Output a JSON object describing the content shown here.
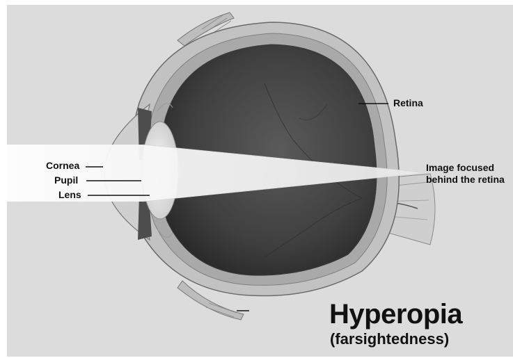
{
  "labels": {
    "cornea": "Cornea",
    "pupil": "Pupil",
    "lens": "Lens",
    "retina": "Retina",
    "image_focus_line1": "Image focused",
    "image_focus_line2": "behind the retina"
  },
  "title": "Hyperopia",
  "subtitle": "(farsightedness)",
  "colors": {
    "background": "#dcdcdc",
    "eyeball_interior": "#4a4a4a",
    "sclera": "#bdbdbd",
    "light_beam": "#f4f4f4",
    "text": "#111111"
  }
}
